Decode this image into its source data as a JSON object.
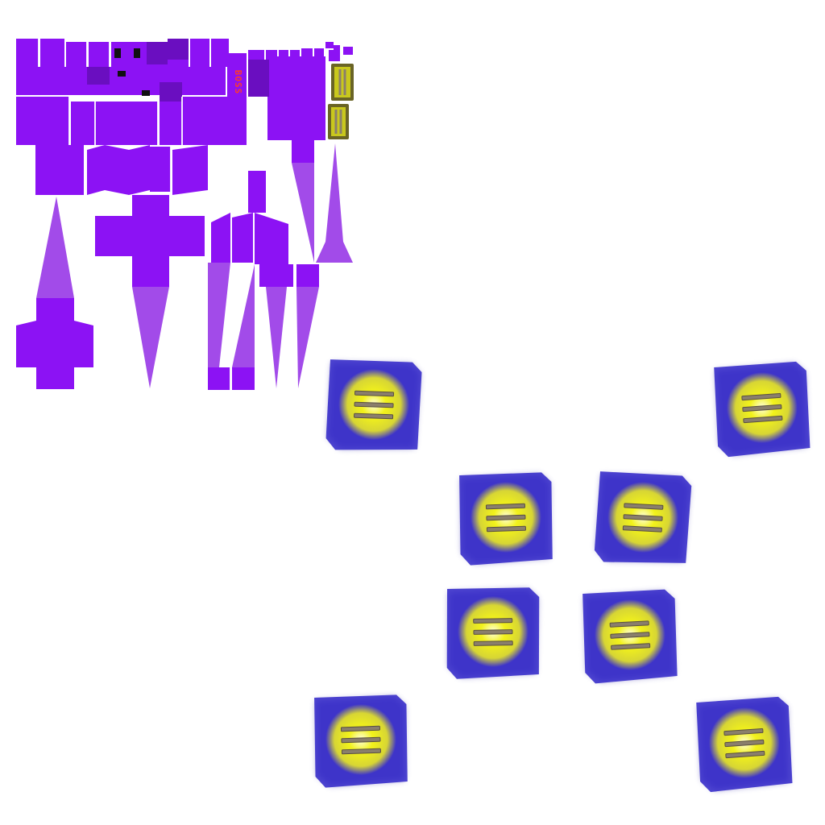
{
  "sheet": {
    "boss_label": "BOSS",
    "colors": {
      "hull_purple": "#8c12f4",
      "hull_dark": "#6a0ec0",
      "flame_purple": "#a24be9",
      "window_black": "#111111",
      "boss_text": "#ff3a2a",
      "tile_blue": "#2f24c8",
      "tile_glow": "#f2f21a",
      "bar_metal": "#8a7f6c"
    },
    "tiles": [
      {
        "name": "bonus-tile-1",
        "icon": "three-bars-icon"
      },
      {
        "name": "bonus-tile-2",
        "icon": "three-bars-icon"
      },
      {
        "name": "bonus-tile-3",
        "icon": "three-bars-icon"
      },
      {
        "name": "bonus-tile-4",
        "icon": "three-bars-icon"
      },
      {
        "name": "bonus-tile-5",
        "icon": "three-bars-icon"
      },
      {
        "name": "bonus-tile-6",
        "icon": "three-bars-icon"
      },
      {
        "name": "bonus-tile-7",
        "icon": "three-bars-icon"
      },
      {
        "name": "bonus-tile-8",
        "icon": "three-bars-icon"
      }
    ]
  }
}
